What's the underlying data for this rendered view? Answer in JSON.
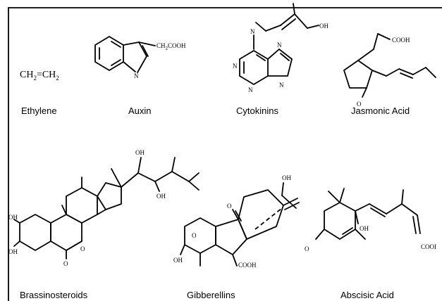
{
  "compounds": {
    "ethylene": {
      "name": "Ethylene",
      "formula_left": "CH",
      "formula_sub1": "2",
      "formula_mid": "=CH",
      "formula_sub2": "2"
    },
    "auxin": {
      "name": "Auxin",
      "group_left": "CH",
      "group_sub": "2",
      "group_right": "COOH",
      "n": "N"
    },
    "cytokinins": {
      "name": "Cytokinins",
      "oh": "OH",
      "n_amino": "N",
      "n1": "N",
      "n3": "N",
      "n7": "N",
      "n9": "N"
    },
    "jasmonic_acid": {
      "name": "Jasmonic Acid",
      "cooh": "COOH",
      "o": "O"
    },
    "brassinosteroids": {
      "name": "Brassinosteroids",
      "oh_top1": "OH",
      "oh_top2": "OH",
      "oh_left1": "OH",
      "oh_left2": "OH",
      "o_ring": "O",
      "o_keto": "O"
    },
    "gibberellins": {
      "name": "Gibberellins",
      "oh_top": "OH",
      "o_top": "O",
      "o_left": "O",
      "oh_left": "OH",
      "cooh": "COOH"
    },
    "abscisic_acid": {
      "name": "Abscisic Acid",
      "o": "O",
      "oh": "OH",
      "cooh": "COOI"
    }
  }
}
